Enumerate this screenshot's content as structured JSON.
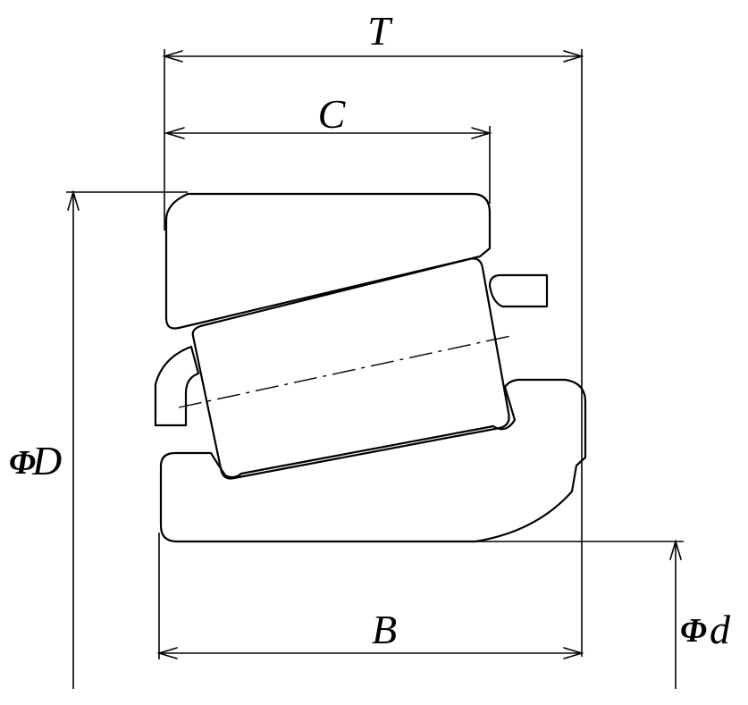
{
  "labels": {
    "T": "T",
    "C": "C",
    "B": "B",
    "D": "D",
    "d": "d",
    "phi": "Φ"
  },
  "colors": {
    "line": "#000000",
    "background": "#ffffff"
  }
}
